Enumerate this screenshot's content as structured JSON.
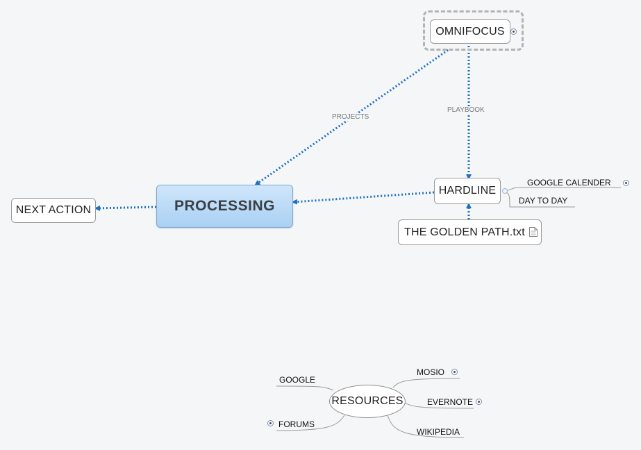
{
  "nodes": {
    "central": "PROCESSING",
    "next_action": "NEXT ACTION",
    "omnifocus": "OMNIFOCUS",
    "hardline": "HARDLINE",
    "golden_path": "THE GOLDEN PATH.txt"
  },
  "hardline_subtopics": {
    "google_calender": "GOOGLE CALENDER",
    "day_to_day": "DAY TO DAY"
  },
  "relationships": {
    "projects": "PROJECTS",
    "playbook": "PLAYBOOK"
  },
  "resources": {
    "center": "RESOURCES",
    "google": "GOOGLE",
    "forums": "FORUMS",
    "mosio": "MOSIO",
    "evernote": "EVERNOTE",
    "wikipedia": "WIKIPEDIA"
  },
  "colors": {
    "arrow": "#1b6fc4",
    "background": "#f4f6f8",
    "central_fill_top": "#cfe6fb",
    "central_fill_bottom": "#a9d0f3",
    "connector": "#9a9a9a"
  },
  "icons": [
    "expand-icon",
    "collapse-icon",
    "text-file-icon"
  ]
}
